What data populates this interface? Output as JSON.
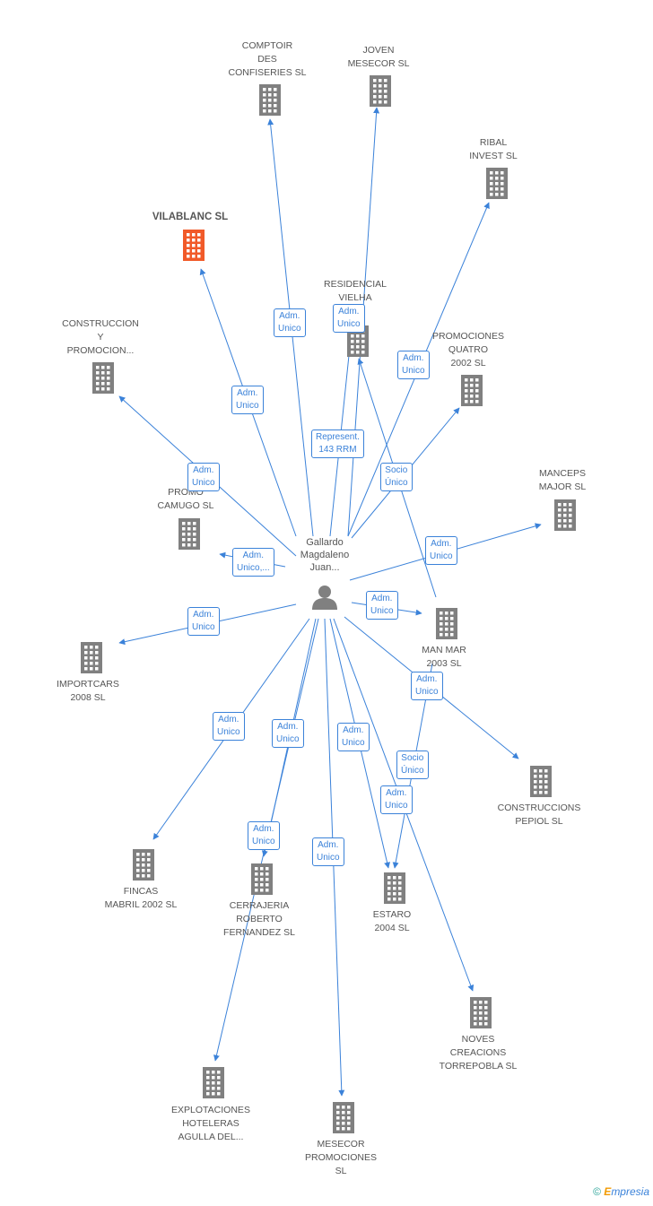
{
  "center": {
    "name_lines": [
      "Gallardo",
      "Magdaleno",
      "Juan..."
    ],
    "icon": "person-icon"
  },
  "colors": {
    "edge": "#3b82d9",
    "node": "#808080",
    "highlight": "#f15a29"
  },
  "nodes": [
    {
      "id": "comptoir",
      "lines": [
        "COMPTOIR",
        "DES",
        "CONFISERIES SL"
      ],
      "highlight": false
    },
    {
      "id": "joven",
      "lines": [
        "JOVEN",
        "MESECOR  SL"
      ],
      "highlight": false
    },
    {
      "id": "ribal",
      "lines": [
        "RIBAL",
        "INVEST SL"
      ],
      "highlight": false
    },
    {
      "id": "vilablanc",
      "lines": [
        "VILABLANC SL"
      ],
      "highlight": true
    },
    {
      "id": "residencial",
      "lines": [
        "RESIDENCIAL",
        "VIELHA",
        "P..."
      ],
      "highlight": false
    },
    {
      "id": "construccion",
      "lines": [
        "CONSTRUCCION",
        "Y",
        "PROMOCION..."
      ],
      "highlight": false
    },
    {
      "id": "promociones-quatro",
      "lines": [
        "PROMOCIONES",
        "QUATRO",
        "2002 SL"
      ],
      "highlight": false
    },
    {
      "id": "promo-camugo",
      "lines": [
        "PROMO",
        "CAMUGO SL"
      ],
      "highlight": false
    },
    {
      "id": "manceps",
      "lines": [
        "MANCEPS",
        "MAJOR SL"
      ],
      "highlight": false
    },
    {
      "id": "importcars",
      "lines": [
        "IMPORTCARS",
        "2008 SL"
      ],
      "highlight": false
    },
    {
      "id": "man-mar",
      "lines": [
        "MAN MAR",
        "2003 SL"
      ],
      "highlight": false
    },
    {
      "id": "construccions-pepiol",
      "lines": [
        "CONSTRUCCIONS",
        "PEPIOL SL"
      ],
      "highlight": false
    },
    {
      "id": "fincas",
      "lines": [
        "FINCAS",
        "MABRIL 2002 SL"
      ],
      "highlight": false
    },
    {
      "id": "cerrajeria",
      "lines": [
        "CERRAJERIA",
        "ROBERTO",
        "FERNANDEZ SL"
      ],
      "highlight": false
    },
    {
      "id": "estaro",
      "lines": [
        "ESTARO",
        "2004 SL"
      ],
      "highlight": false
    },
    {
      "id": "noves",
      "lines": [
        "NOVES",
        "CREACIONS",
        "TORREPOBLA SL"
      ],
      "highlight": false
    },
    {
      "id": "explotaciones",
      "lines": [
        "EXPLOTACIONES",
        "HOTELERAS",
        "AGULLA DEL..."
      ],
      "highlight": false
    },
    {
      "id": "mesecor",
      "lines": [
        "MESECOR",
        "PROMOCIONES",
        "SL"
      ],
      "highlight": false
    }
  ],
  "edge_labels": [
    {
      "lines": [
        "Adm.",
        "Unico"
      ]
    },
    {
      "lines": [
        "Adm.",
        "Unico"
      ]
    },
    {
      "lines": [
        "Adm.",
        "Unico"
      ]
    },
    {
      "lines": [
        "Adm.",
        "Unico"
      ]
    },
    {
      "lines": [
        "Represent.",
        "143 RRM"
      ]
    },
    {
      "lines": [
        "Adm.",
        "Unico"
      ]
    },
    {
      "lines": [
        "Socio",
        "Único"
      ]
    },
    {
      "lines": [
        "Adm.",
        "Unico,..."
      ]
    },
    {
      "lines": [
        "Adm.",
        "Unico"
      ]
    },
    {
      "lines": [
        "Adm.",
        "Unico"
      ]
    },
    {
      "lines": [
        "Adm.",
        "Unico"
      ]
    },
    {
      "lines": [
        "Adm.",
        "Unico"
      ]
    },
    {
      "lines": [
        "Adm.",
        "Unico"
      ]
    },
    {
      "lines": [
        "Adm.",
        "Unico"
      ]
    },
    {
      "lines": [
        "Adm.",
        "Unico"
      ]
    },
    {
      "lines": [
        "Socio",
        "Único"
      ]
    },
    {
      "lines": [
        "Adm.",
        "Unico"
      ]
    },
    {
      "lines": [
        "Adm.",
        "Unico"
      ]
    },
    {
      "lines": [
        "Adm.",
        "Unico"
      ]
    }
  ],
  "footer": {
    "copyright": "©",
    "brand_initial": "E",
    "brand_rest": "mpresia"
  }
}
